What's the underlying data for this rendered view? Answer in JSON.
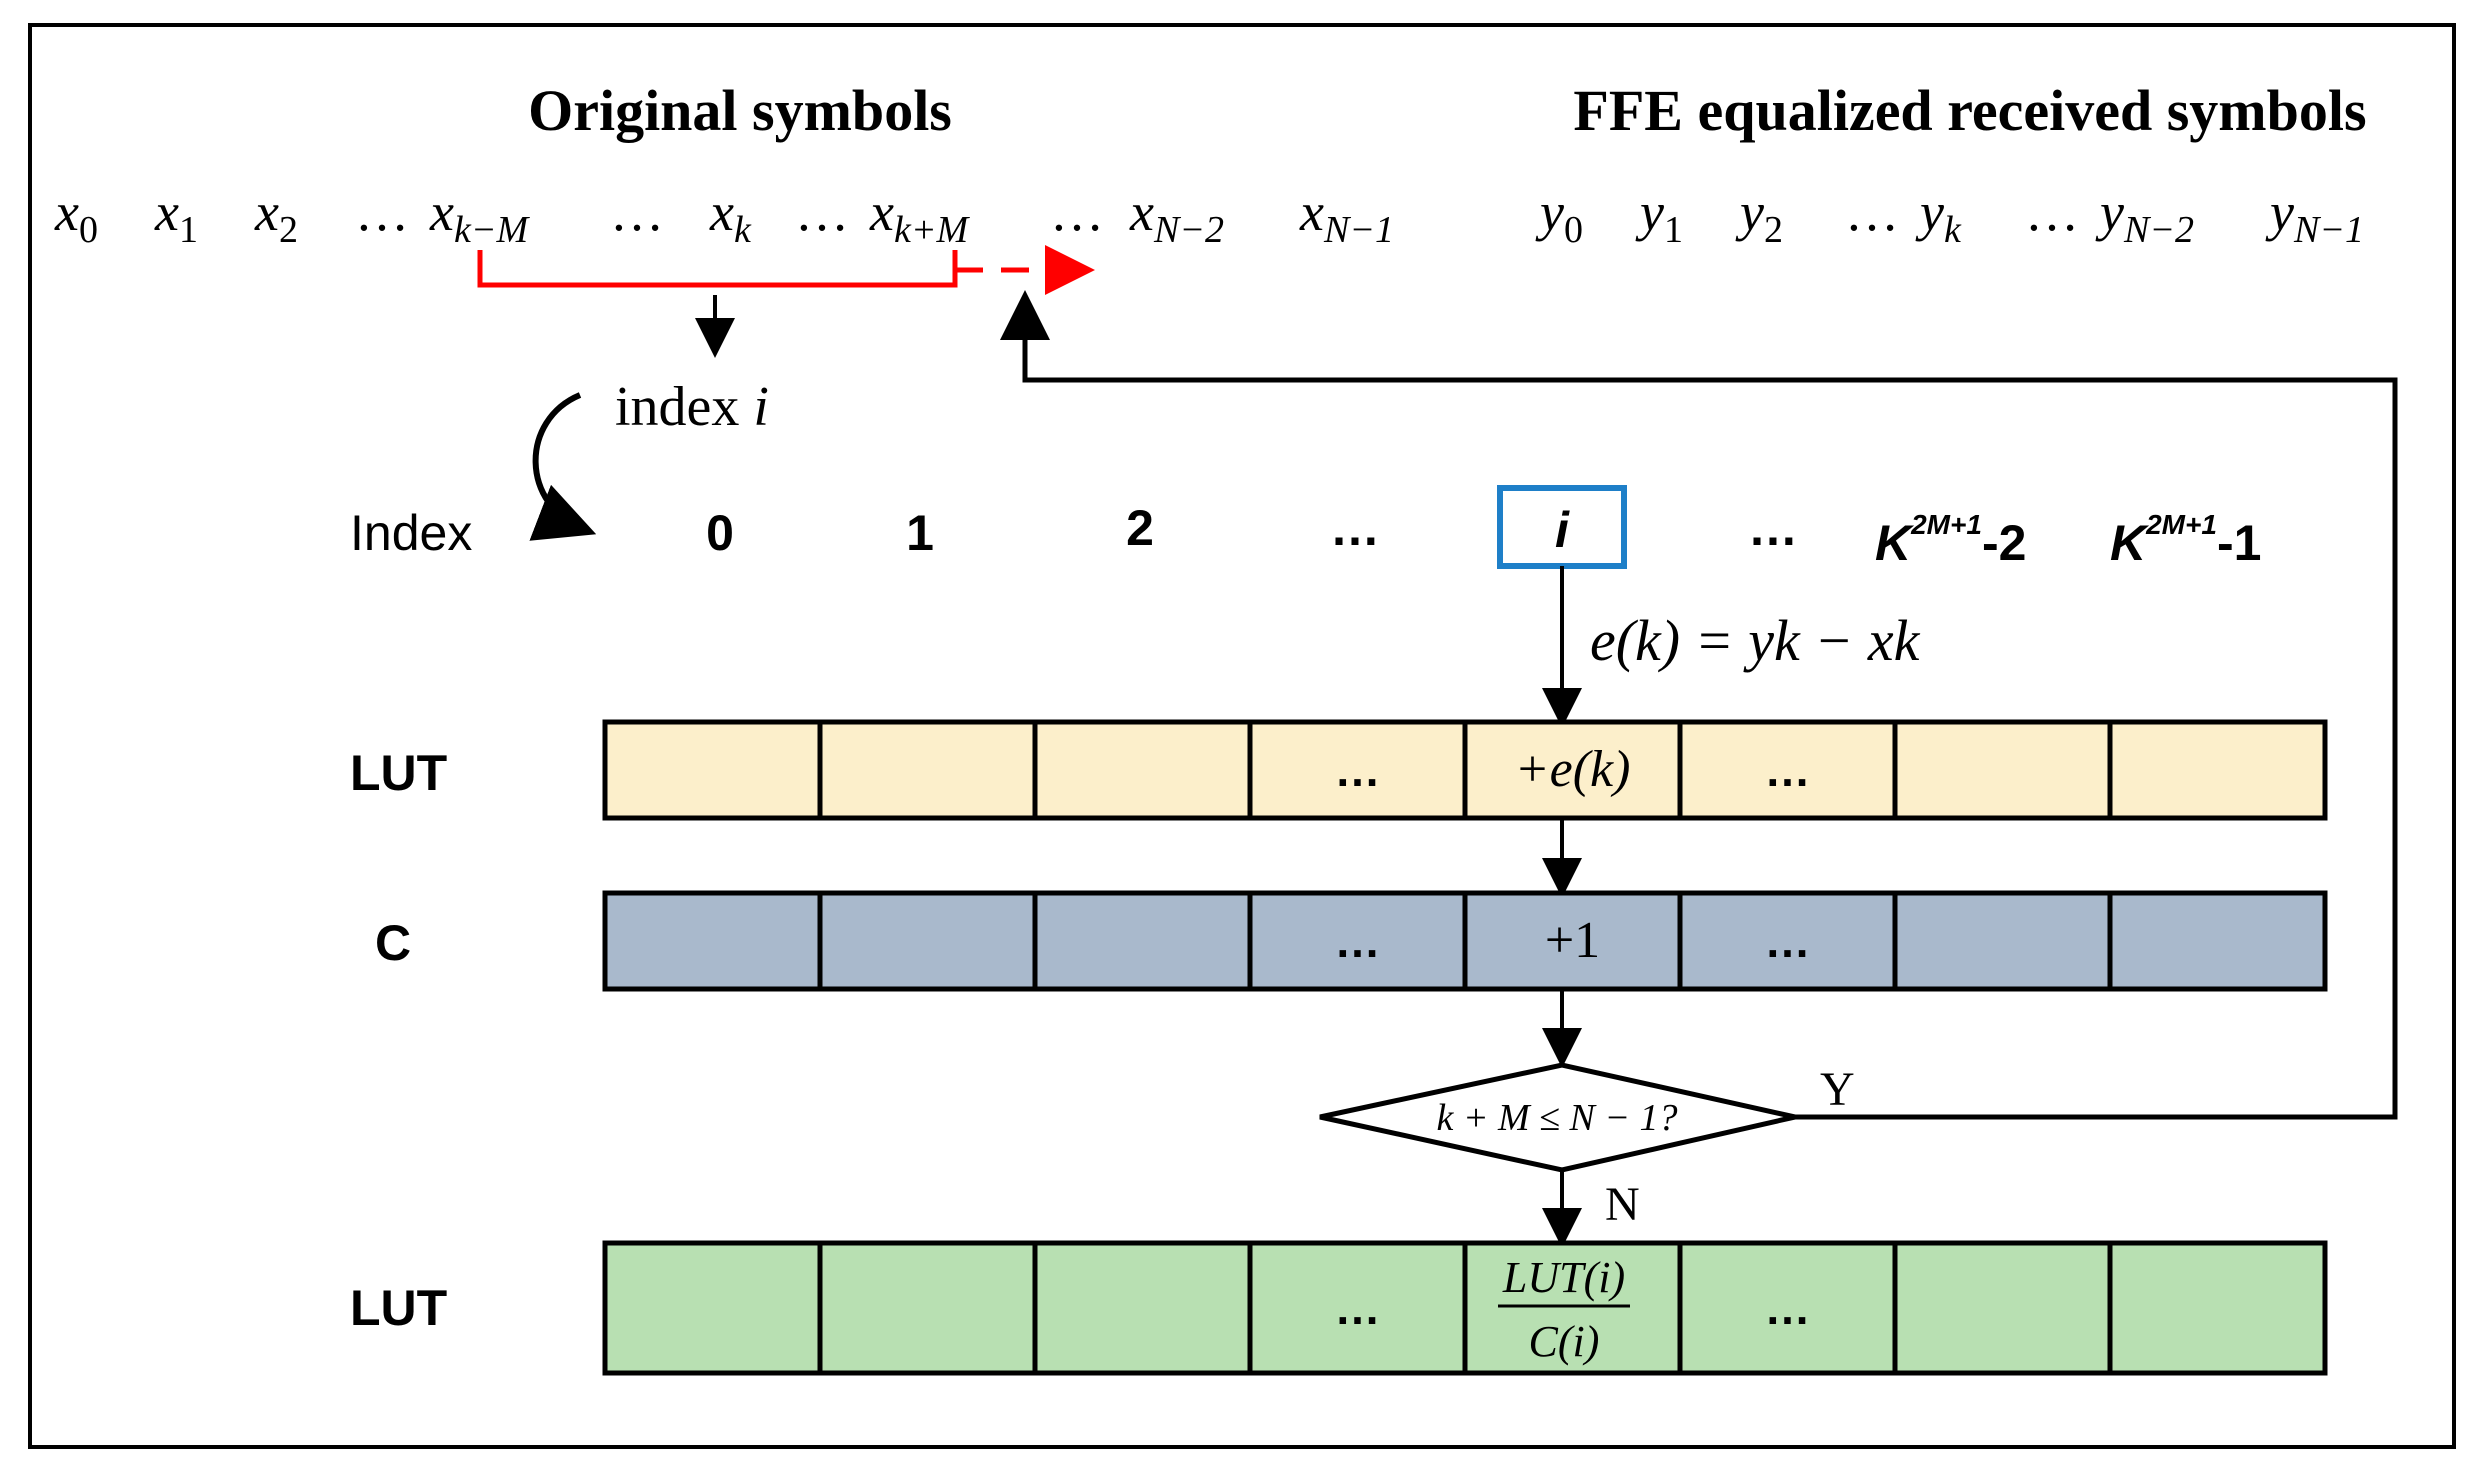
{
  "titles": {
    "original": "Original  symbols",
    "equalized": "FFE equalized received symbols"
  },
  "x_row": [
    "x0",
    "x1",
    "x2",
    "…",
    "xk−M",
    "…",
    "xk",
    "…",
    "xk+M",
    "…",
    "xN−2",
    "xN−1"
  ],
  "y_row": [
    "y0",
    "y1",
    "y2",
    "…",
    "yk",
    "…",
    "yN−2",
    "yN−1"
  ],
  "index_label": {
    "word": "index",
    "var": "i"
  },
  "index_row": {
    "title": "Index",
    "items": [
      "0",
      "1",
      "2",
      "…",
      "i",
      "…"
    ],
    "last_a": {
      "base": "K",
      "sup": "2M+1",
      "suffix": "-2"
    },
    "last_b": {
      "base": "K",
      "sup": "2M+1",
      "suffix": "-1"
    }
  },
  "error_equation": "e(k) = yk − xk",
  "lut1": {
    "label": "LUT",
    "cells": [
      "",
      "",
      "",
      "…",
      "+e(k)",
      "…",
      "",
      ""
    ]
  },
  "counter": {
    "label": "C",
    "cells": [
      "",
      "",
      "",
      "…",
      "+1",
      "…",
      "",
      ""
    ]
  },
  "decision": {
    "condition": "k + M ≤ N − 1?",
    "yes": "Y",
    "no": "N"
  },
  "lut2": {
    "label": "LUT",
    "cells": [
      "",
      "",
      "",
      "…",
      "",
      "…",
      "",
      ""
    ],
    "fraction": {
      "num": "LUT(i)",
      "den": "C(i)"
    }
  },
  "colors": {
    "lut1_fill": "#FCEFCB",
    "counter_fill": "#A9B9CC",
    "lut2_fill": "#B8E0B2",
    "window_bracket": "#FF0000",
    "index_highlight": "#1E7FC8",
    "stroke": "#000000"
  }
}
